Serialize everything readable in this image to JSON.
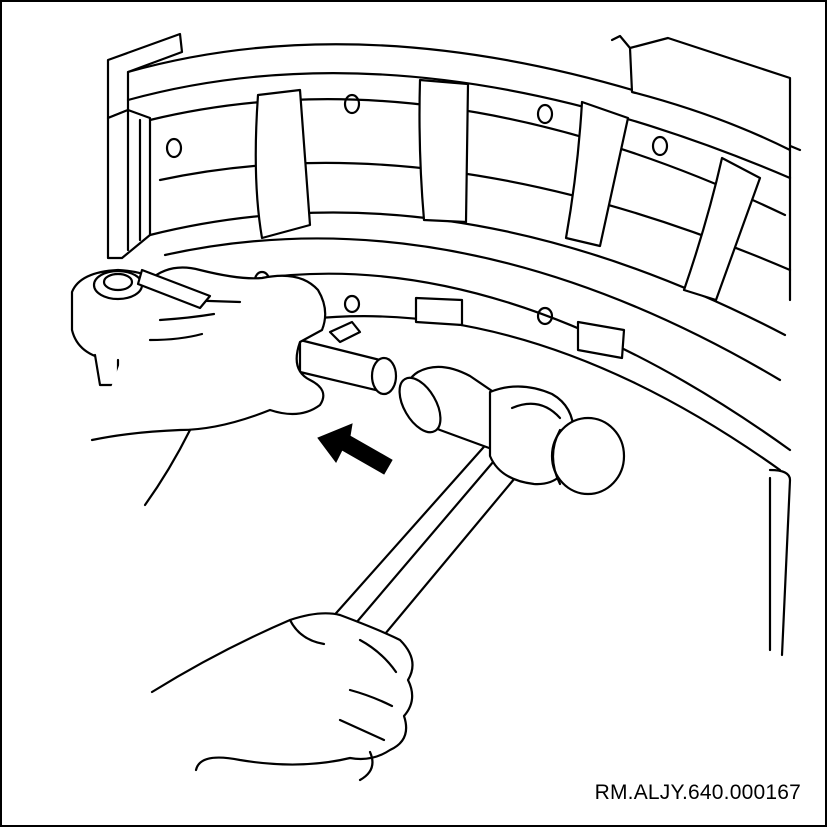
{
  "figure": {
    "code": "RM.ALJY.640.000167",
    "colors": {
      "line": "#000000",
      "background": "#ffffff"
    },
    "parts": [
      "brake-drum-housing",
      "brake-shoe",
      "retaining-pin",
      "drift-punch",
      "ball-peen-hammer",
      "left-hand",
      "right-hand",
      "direction-arrow"
    ]
  }
}
